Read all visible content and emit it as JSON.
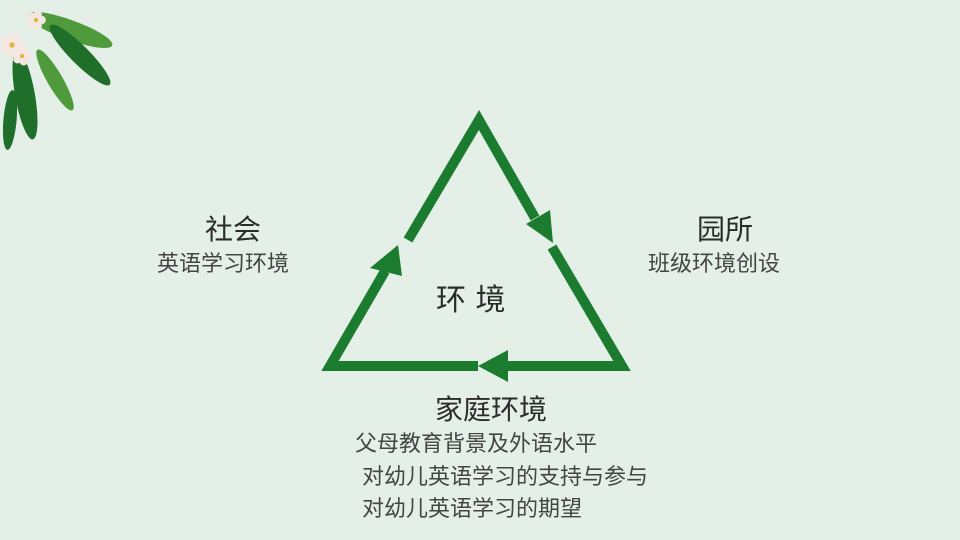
{
  "colors": {
    "background": "#e3efe7",
    "arrow": "#1b7b2f",
    "leaf_dark": "#1f6e2a",
    "leaf_light": "#4f9a3a",
    "flower": "#f4e6e0"
  },
  "icons": {
    "corner": "tropical-leaves-icon"
  },
  "center": {
    "label": "环 境"
  },
  "nodes": {
    "society": {
      "title": "社会",
      "lines": [
        "英语学习环境"
      ]
    },
    "kindergarten": {
      "title": "园所",
      "lines": [
        "班级环境创设"
      ]
    },
    "family": {
      "title": "家庭环境",
      "lines": [
        "父母教育背景及外语水平",
        "对幼儿英语学习的支持与参与",
        "对幼儿英语学习的期望"
      ]
    }
  }
}
